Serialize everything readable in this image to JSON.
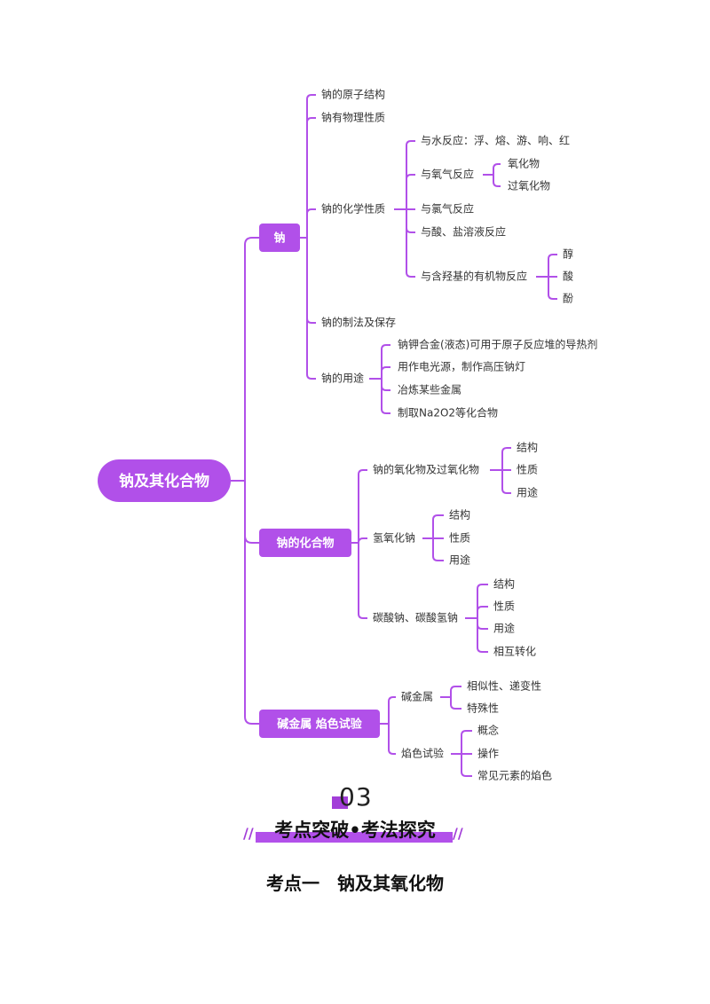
{
  "colors": {
    "accent": "#a23ed8",
    "node_fill": "#b150e9",
    "line": "#b150e9"
  },
  "root": "钠及其化合物",
  "branches": [
    {
      "label": "钠",
      "children": [
        {
          "label": "钠的原子结构"
        },
        {
          "label": "钠有物理性质"
        },
        {
          "label": "钠的化学性质",
          "children": [
            {
              "label": "与水反应：浮、熔、游、响、红"
            },
            {
              "label": "与氧气反应",
              "children": [
                "氧化物",
                "过氧化物"
              ]
            },
            {
              "label": "与氯气反应"
            },
            {
              "label": "与酸、盐溶液反应"
            },
            {
              "label": "与含羟基的有机物反应",
              "children": [
                "醇",
                "酸",
                "酚"
              ]
            }
          ]
        },
        {
          "label": "钠的制法及保存"
        },
        {
          "label": "钠的用途",
          "children": [
            {
              "label": "钠钾合金(液态)可用于原子反应堆的导热剂"
            },
            {
              "label": "用作电光源，制作高压钠灯"
            },
            {
              "label": "冶炼某些金属"
            },
            {
              "label": "制取Na2O2等化合物"
            }
          ]
        }
      ]
    },
    {
      "label": "钠的化合物",
      "children": [
        {
          "label": "钠的氧化物及过氧化物",
          "children": [
            "结构",
            "性质",
            "用途"
          ]
        },
        {
          "label": "氢氧化钠",
          "children": [
            "结构",
            "性质",
            "用途"
          ]
        },
        {
          "label": "碳酸钠、碳酸氢钠",
          "children": [
            "结构",
            "性质",
            "用途",
            "相互转化"
          ]
        }
      ]
    },
    {
      "label": "碱金属 焰色试验",
      "children": [
        {
          "label": "碱金属",
          "children": [
            "相似性、递变性",
            "特殊性"
          ]
        },
        {
          "label": "焰色试验",
          "children": [
            "概念",
            "操作",
            "常见元素的焰色"
          ]
        }
      ]
    }
  ],
  "section": {
    "number": "03",
    "banner": "考点突破•考法探究",
    "topic": "考点一　钠及其氧化物"
  }
}
